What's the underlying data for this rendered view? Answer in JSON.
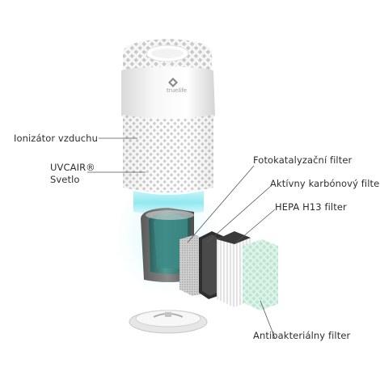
{
  "labels": {
    "ionizer": "Ionizátor vzduchu",
    "uvcair_line1": "UVCAIR®",
    "uvcair_line2": "Svetlo",
    "photocatalytic": "Fotokatalyzační filter",
    "carbon": "Aktívny karbónový filter",
    "hepa": "HEPA H13 filter",
    "antibacterial": "Antibakteriálny filter"
  },
  "brand": "truelife",
  "colors": {
    "body": "#f2f2f2",
    "uv_glow": "#7ee7f0",
    "carbon_teal": "#3f7f7c",
    "dark_filter": "#3c3c3c",
    "hepa": "#f5f5f5",
    "antibacterial": "#cfeede"
  }
}
